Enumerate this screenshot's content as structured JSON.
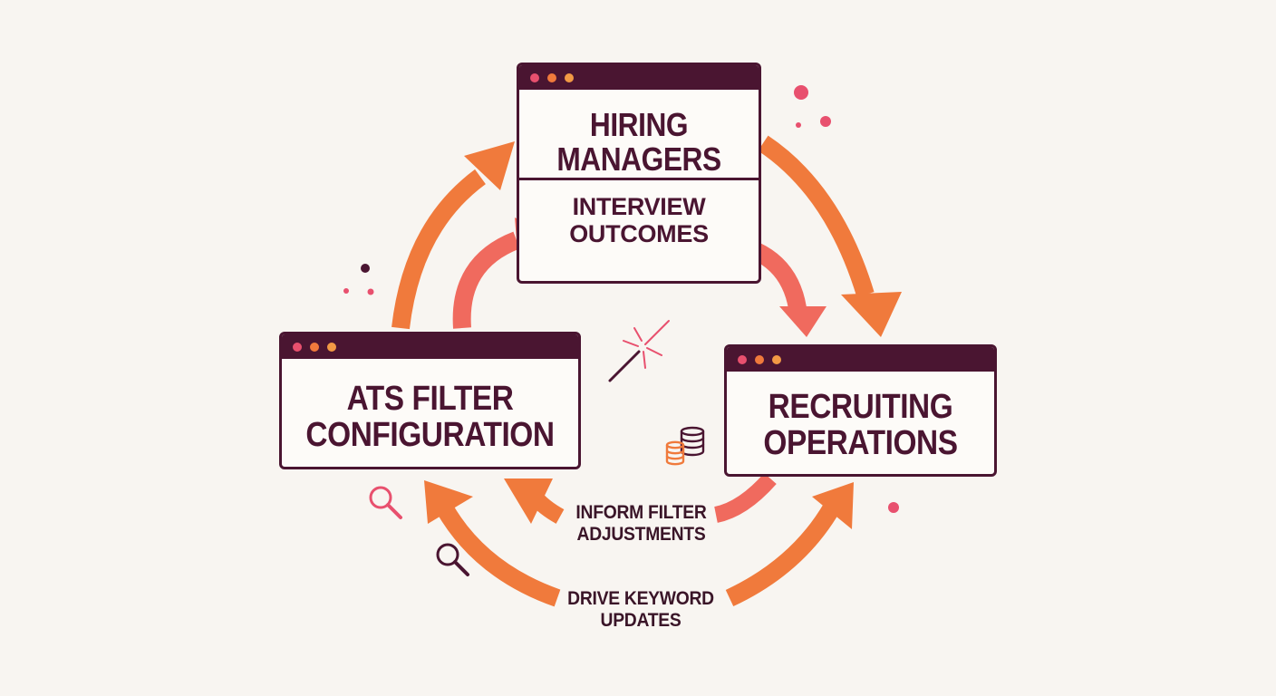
{
  "nodes": {
    "hiring_managers": {
      "title_line1": "HIRING",
      "title_line2": "MANAGERS",
      "sub_line1": "INTERVIEW",
      "sub_line2": "OUTCOMES"
    },
    "ats_filter": {
      "title_line1": "ATS FILTER",
      "title_line2": "CONFIGURATION"
    },
    "recruiting_ops": {
      "title_line1": "RECRUITING",
      "title_line2": "OPERATIONS"
    }
  },
  "edges": {
    "inform": {
      "line1": "INFORM FILTER",
      "line2": "ADJUSTMENTS"
    },
    "drive": {
      "line1": "DRIVE KEYWORD",
      "line2": "UPDATES"
    }
  },
  "icons": [
    "magnifier-icon",
    "magnifier-icon",
    "database-icon",
    "sparkle-wand-icon"
  ],
  "colors": {
    "dark": "#4a1531",
    "orange": "#f07a3c",
    "coral": "#f06a5e",
    "pink": "#e8506e",
    "background": "#f8f5f1"
  }
}
